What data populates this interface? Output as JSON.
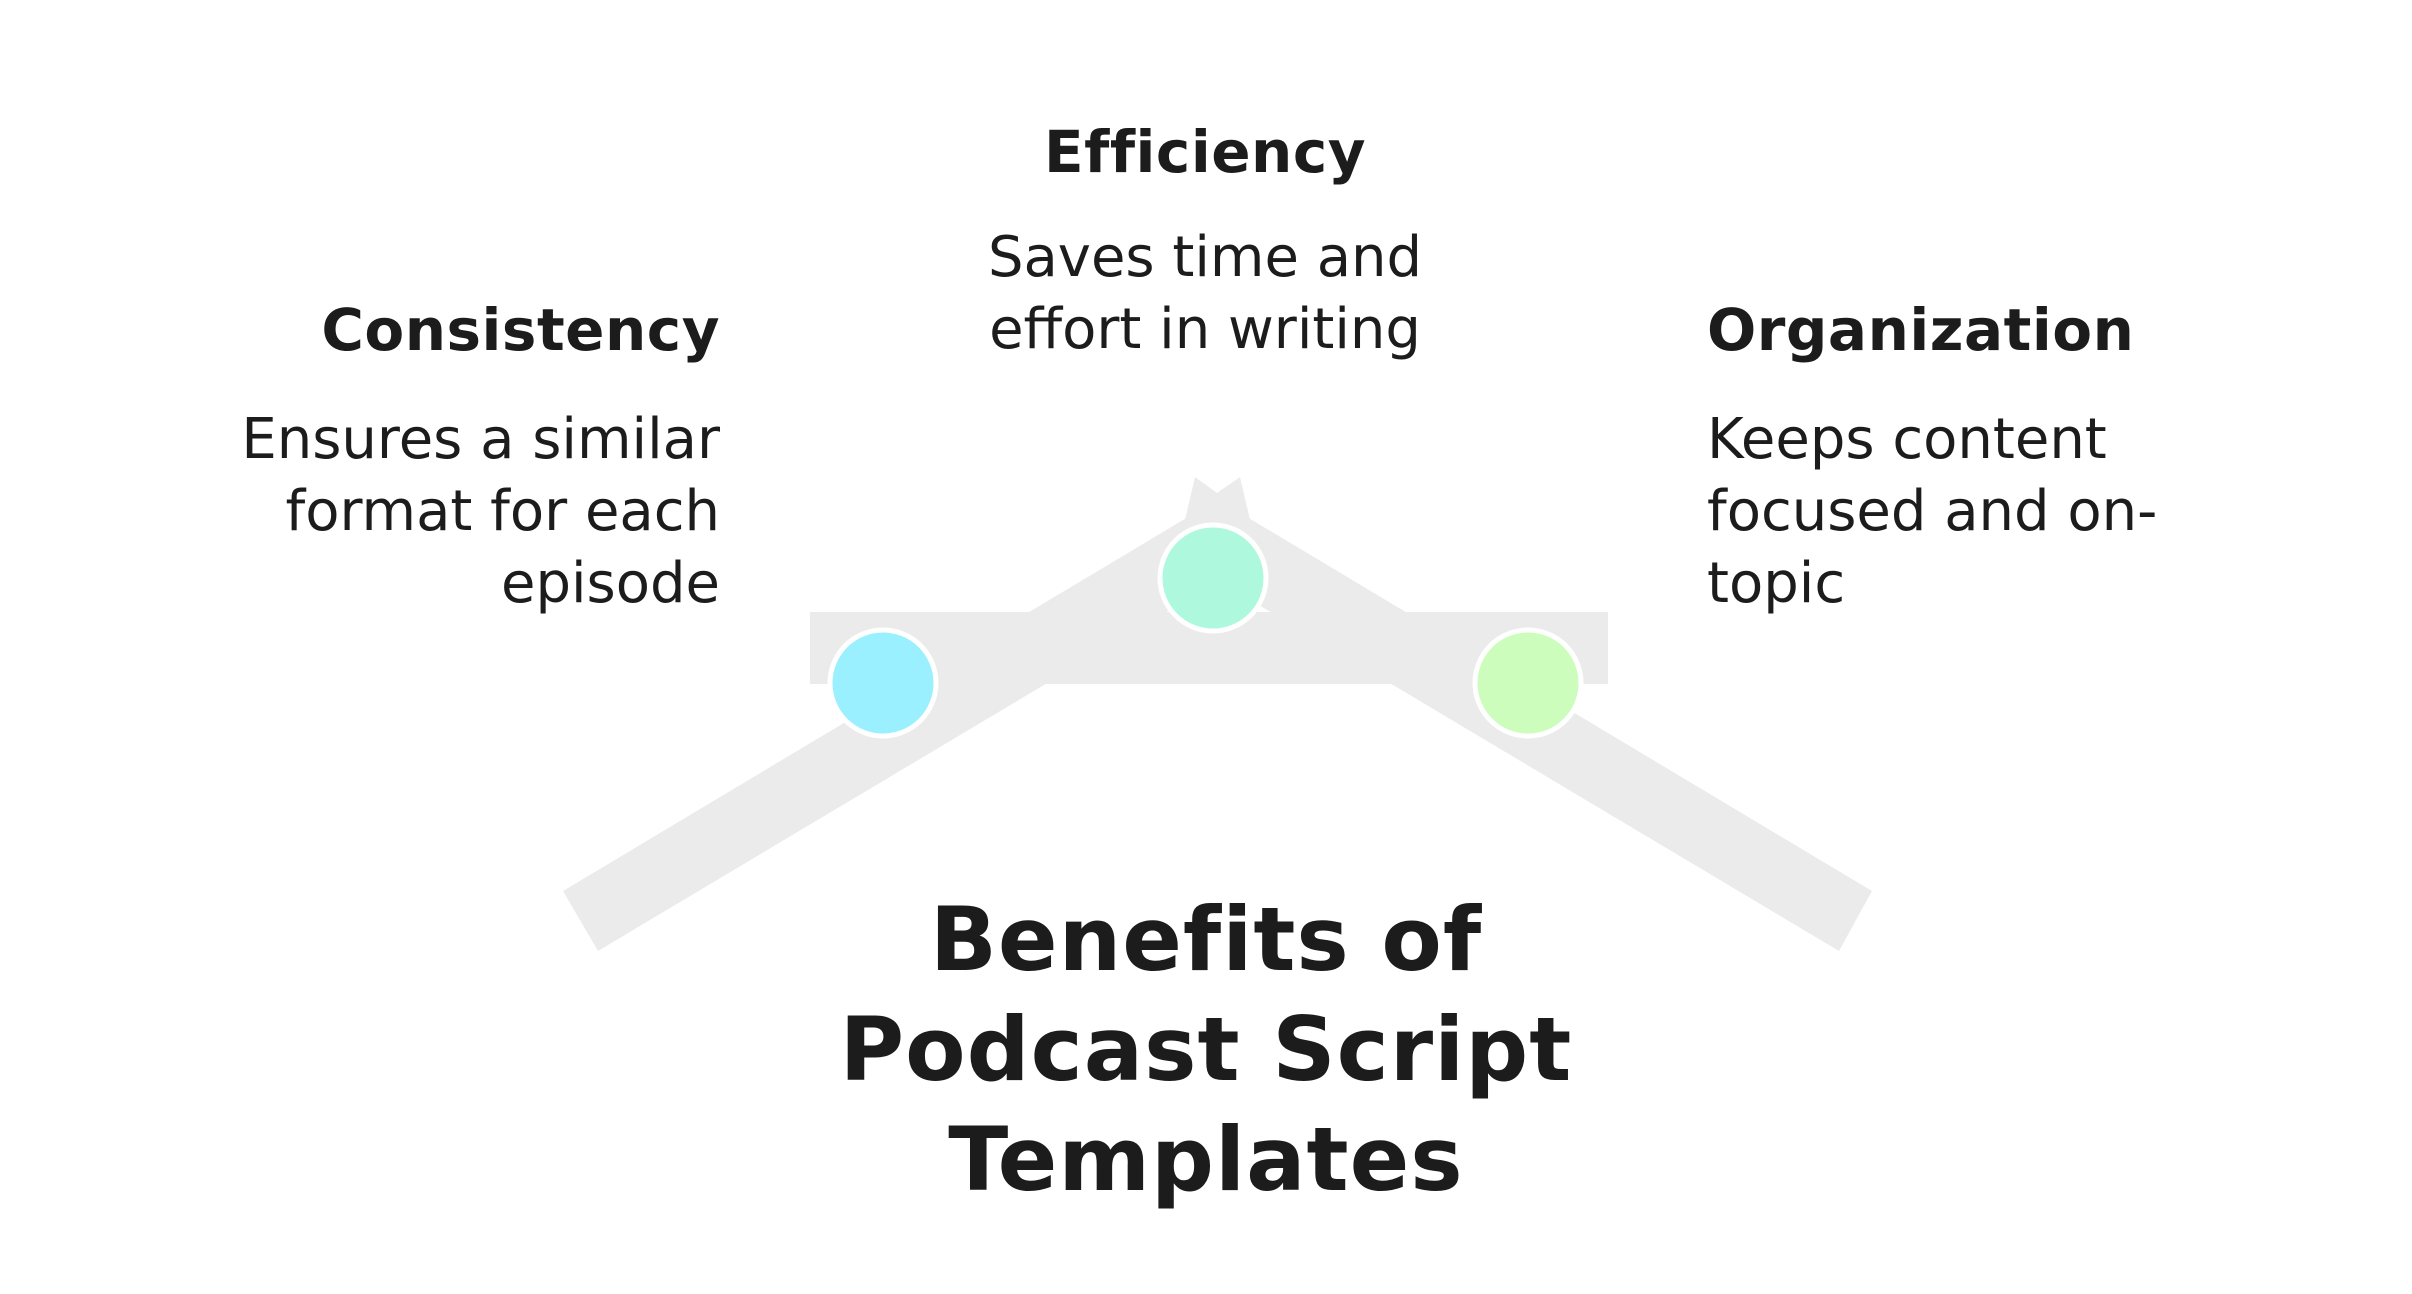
{
  "title": {
    "lines": [
      "Benefits of",
      "Podcast Script",
      "Templates"
    ]
  },
  "benefits": [
    {
      "heading": "Consistency",
      "description_lines": [
        "Ensures a similar",
        "format for each",
        "episode"
      ],
      "color": "#9bf0ff"
    },
    {
      "heading": "Efficiency",
      "description_lines": [
        "Saves time and",
        "effort in writing"
      ],
      "color": "#aef9de"
    },
    {
      "heading": "Organization",
      "description_lines": [
        "Keeps content",
        "focused and on-",
        "topic"
      ],
      "color": "#ccfdbd"
    }
  ],
  "colors": {
    "shape_fill": "#ebebeb",
    "text": "#1c1c1c",
    "circle_border": "#ffffff"
  }
}
